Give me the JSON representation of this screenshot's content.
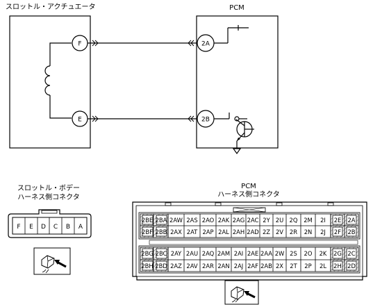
{
  "labels": {
    "throttle_actuator": "スロットル・アクチュエータ",
    "pcm_top": "PCM",
    "throttle_connector_line1": "スロットル・ボデー",
    "throttle_connector_line2": "ハーネス側コネクタ",
    "pcm_connector_line1": "PCM",
    "pcm_connector_line2": "ハーネス側コネクタ"
  },
  "circuit": {
    "actuator_terminals": [
      "F",
      "E"
    ],
    "pcm_terminals": [
      "2A",
      "2B"
    ]
  },
  "throttle_connector_pins": [
    "F",
    "E",
    "D",
    "C",
    "B",
    "A"
  ],
  "pcm_connector": {
    "upper_rows": [
      [
        "2BE",
        "2BA",
        "2AW",
        "2AS",
        "2AO",
        "2AK",
        "2AG",
        "2AC",
        "2Y",
        "2U",
        "2Q",
        "2M",
        "2I",
        "2E",
        "2A"
      ],
      [
        "2BF",
        "2BB",
        "2AX",
        "2AT",
        "2AP",
        "2AL",
        "2AH",
        "2AD",
        "2Z",
        "2V",
        "2R",
        "2N",
        "2J",
        "2F",
        "2B"
      ]
    ],
    "lower_rows": [
      [
        "2BG",
        "2BC",
        "2AY",
        "2AU",
        "2AQ",
        "2AM",
        "2AI",
        "2AE",
        "2AA",
        "2W",
        "2S",
        "2O",
        "2K",
        "2G",
        "2C"
      ],
      [
        "2BH",
        "2BD",
        "2AZ",
        "2AV",
        "2AR",
        "2AN",
        "2AJ",
        "2AF",
        "2AB",
        "2X",
        "2T",
        "2P",
        "2L",
        "2H",
        "2D"
      ]
    ]
  }
}
